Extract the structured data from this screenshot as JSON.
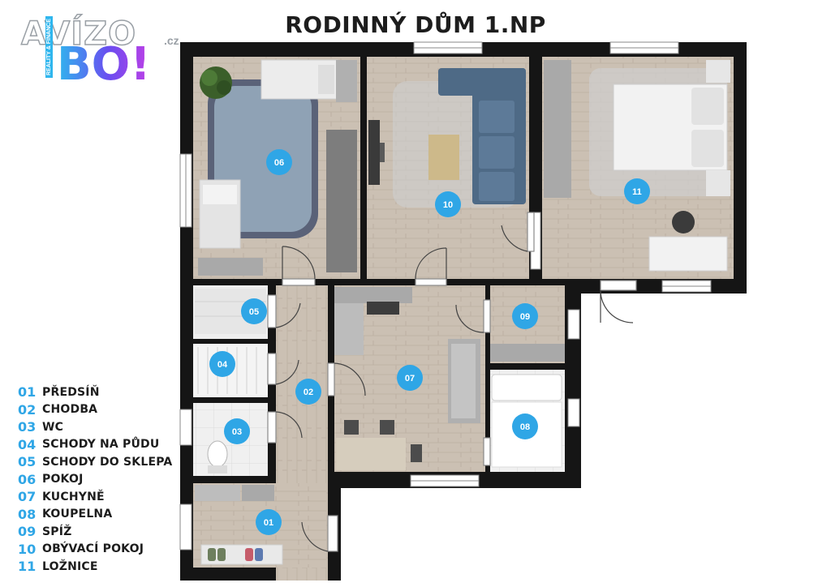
{
  "title": "RODINNÝ DŮM 1.NP",
  "logo": {
    "wordmark": "AVÍZO",
    "domain": ".cz",
    "mark": "BO!",
    "tagline": "REALITY & FINANCE"
  },
  "colors": {
    "badge": "#2fa6e6",
    "wall": "#111111",
    "floor_wood": "#c9beb1",
    "floor_tile": "#eeeeee",
    "furniture_gray": "#a9a9a9",
    "sofa_blue": "#4e6a86"
  },
  "rooms": [
    {
      "code": "01",
      "name": "PŘEDSÍŇ"
    },
    {
      "code": "02",
      "name": "CHODBA"
    },
    {
      "code": "03",
      "name": "WC"
    },
    {
      "code": "04",
      "name": "SCHODY NA PŮDU"
    },
    {
      "code": "05",
      "name": "SCHODY DO SKLEPA"
    },
    {
      "code": "06",
      "name": "POKOJ"
    },
    {
      "code": "07",
      "name": "KUCHYNĚ"
    },
    {
      "code": "08",
      "name": "KOUPELNA"
    },
    {
      "code": "09",
      "name": "SPÍŽ"
    },
    {
      "code": "10",
      "name": "OBÝVACÍ POKOJ"
    },
    {
      "code": "11",
      "name": "LOŽNICE"
    }
  ]
}
